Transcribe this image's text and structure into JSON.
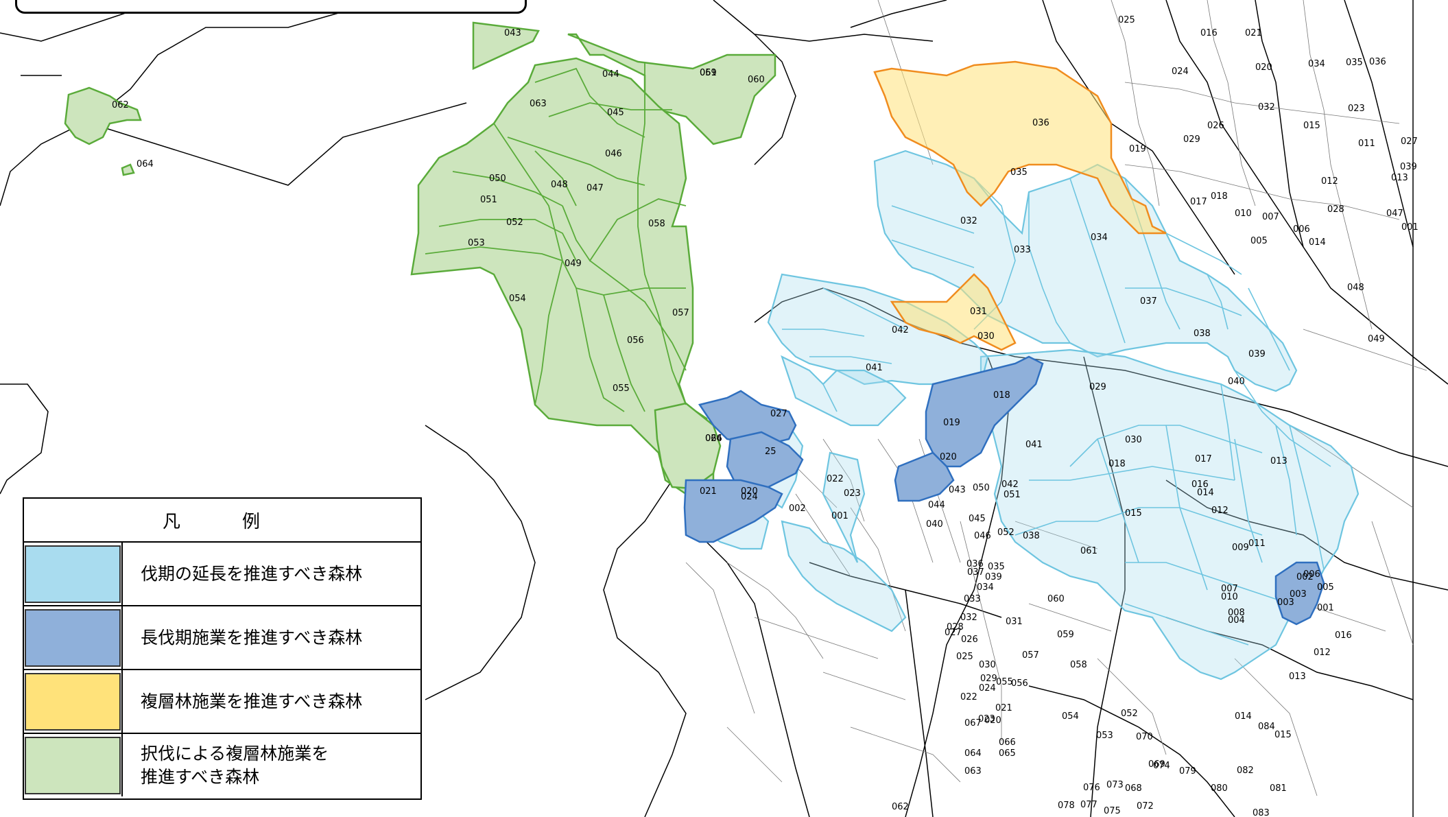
{
  "colors": {
    "extend": "#a9dcef",
    "extend_line": "#6ec5e0",
    "long": "#8fb0da",
    "long_line": "#2f6fbf",
    "multi": "#ffe27a",
    "multi_line": "#f08c1e",
    "selective": "#cde5bd",
    "selective_line": "#5aab3a"
  },
  "legend": {
    "title": "凡　例",
    "items": [
      {
        "label": "伐期の延長を推進すべき森林",
        "color": "#a9dcef"
      },
      {
        "label": "長伐期施業を推進すべき森林",
        "color": "#8fb0da"
      },
      {
        "label": "複層林施業を推進すべき森林",
        "color": "#ffe27a"
      },
      {
        "label": "択伐による複層林施業を\n推進すべき森林",
        "color": "#cde5bd"
      }
    ]
  },
  "labels": {
    "green": [
      "043",
      "044",
      "063",
      "045",
      "046",
      "048",
      "047",
      "050",
      "051",
      "052",
      "053",
      "049",
      "054",
      "055",
      "056",
      "057",
      "058",
      "059",
      "060",
      "061",
      "062",
      "064",
      "064",
      "026"
    ],
    "light": [
      "032",
      "034",
      "033",
      "037",
      "038",
      "039",
      "040",
      "041",
      "042",
      "029",
      "030",
      "018",
      "017",
      "016",
      "015",
      "014",
      "013",
      "012",
      "011",
      "010",
      "009",
      "008",
      "007",
      "006",
      "005",
      "004",
      "003",
      "002",
      "001",
      "023",
      "022",
      "021",
      "020"
    ],
    "dark": [
      "027",
      "25",
      "024",
      "019",
      "020",
      "018",
      "001",
      "002",
      "003"
    ],
    "orange": [
      "036",
      "035",
      "031",
      "030"
    ],
    "plain": [
      "025",
      "016",
      "021",
      "024",
      "020",
      "034",
      "035",
      "036",
      "032",
      "019",
      "029",
      "026",
      "018",
      "017",
      "015",
      "023",
      "011",
      "012",
      "028",
      "027",
      "039",
      "010",
      "007",
      "005",
      "006",
      "014",
      "013",
      "001",
      "047",
      "048",
      "049",
      "050",
      "051",
      "042",
      "041",
      "043",
      "044",
      "040",
      "045",
      "046",
      "052",
      "038",
      "039",
      "036",
      "037",
      "035",
      "034",
      "033",
      "032",
      "031",
      "030",
      "029",
      "028",
      "027",
      "026",
      "025",
      "024",
      "023",
      "022",
      "021",
      "020",
      "067",
      "066",
      "065",
      "064",
      "063",
      "062",
      "061",
      "060",
      "059",
      "058",
      "057",
      "056",
      "055",
      "054",
      "053",
      "052",
      "070",
      "069",
      "068",
      "072",
      "073",
      "074",
      "075",
      "076",
      "077",
      "078",
      "079",
      "080",
      "081",
      "082",
      "083",
      "084",
      "015",
      "014",
      "013",
      "012",
      "016"
    ]
  }
}
